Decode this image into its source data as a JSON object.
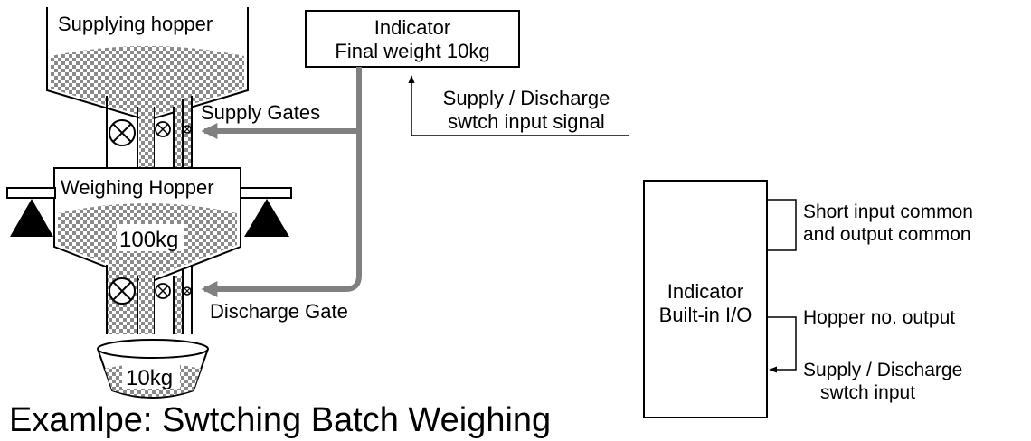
{
  "left_diagram": {
    "supplying_hopper_label": "Supplying hopper",
    "weighing_hopper_label": "Weighing Hopper",
    "weighing_hopper_value": "100kg",
    "bucket_value": "10kg",
    "indicator_title": "Indicator",
    "indicator_subtitle": "Final weight 10kg",
    "supply_gates_label": "Supply Gates",
    "discharge_gate_label": "Discharge Gate",
    "signal_label_line1": "Supply / Discharge",
    "signal_label_line2": "swtch input signal",
    "cable_color": "#808080"
  },
  "caption": "Examlpe: Swtching Batch Weighing",
  "right_diagram": {
    "box_line1": "Indicator",
    "box_line2": "Built-in I/O",
    "common_line1": "Short input common",
    "common_line2": "and output common",
    "hopper_output_label": "Hopper no. output",
    "switch_input_line1": "Supply / Discharge",
    "switch_input_line2": "swtch input"
  }
}
